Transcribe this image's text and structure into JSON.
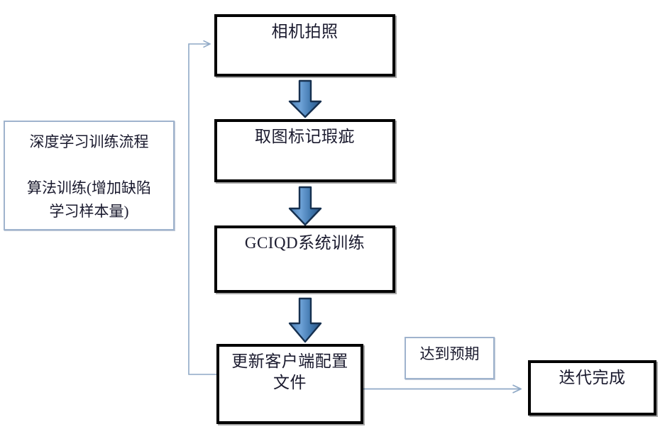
{
  "diagram": {
    "title_context": "深度学习训练流程",
    "process_boxes": [
      {
        "id": "camera-capture",
        "label": "相机拍照"
      },
      {
        "id": "mark-defects",
        "label": "取图标记瑕疵"
      },
      {
        "id": "gciqd-training",
        "label": "GCIQD系统训练"
      },
      {
        "id": "update-client-config",
        "label": "更新客户端配置\n文件"
      },
      {
        "id": "iteration-complete",
        "label": "迭代完成"
      }
    ],
    "note_box": {
      "id": "training-flow-note",
      "line1": "深度学习训练流程",
      "line2": "算法训练(增加缺陷\n学习样本量)",
      "text": "深度学习训练流程\n\n算法训练(增加缺陷\n学习样本量)"
    },
    "label_box": {
      "id": "expectation-reached",
      "label": "达到预期"
    },
    "arrows": [
      {
        "id": "arrow-capture-to-mark",
        "type": "block-down"
      },
      {
        "id": "arrow-mark-to-training",
        "type": "block-down"
      },
      {
        "id": "arrow-training-to-update",
        "type": "block-down"
      },
      {
        "id": "arrow-update-to-complete",
        "type": "thin-right"
      },
      {
        "id": "arrow-feedback-loop",
        "type": "thin-elbow-up"
      }
    ],
    "colors": {
      "box_border": "#000000",
      "note_border": "#9fb3cd",
      "arrow_fill_light": "#6f9fd8",
      "arrow_fill_dark": "#2e5d92",
      "arrow_outline": "#16304f",
      "connector_line": "#8fa9c6",
      "text": "#1a1a2e",
      "background": "#ffffff"
    }
  }
}
